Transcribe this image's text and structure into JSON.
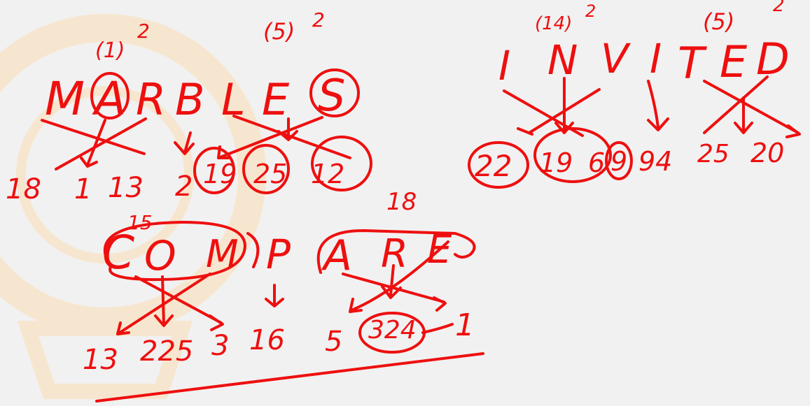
{
  "ink_color": "#ee0f0f",
  "background_color": "#f1f1f1",
  "watermark_color": "#f7e6cf",
  "marbles": {
    "word": [
      "M",
      "A",
      "R",
      "B",
      "L",
      "E",
      "S"
    ],
    "annotation_a": "(1)",
    "annotation_e": "(5)",
    "exponent": "2",
    "numbers": [
      "18",
      "1",
      "13",
      "2",
      "19",
      "25",
      "12"
    ]
  },
  "invited": {
    "word": [
      "I",
      "N",
      "V",
      "I",
      "T",
      "E",
      "D"
    ],
    "annotation_n": "(14)",
    "annotation_e": "(5)",
    "exponent": "2",
    "numbers": [
      "22",
      "19",
      "6",
      "9",
      "94",
      "25",
      "20"
    ]
  },
  "compare": {
    "word": [
      "C",
      "O",
      "M",
      "P",
      "A",
      "R",
      "E"
    ],
    "annotation_o": "15",
    "annotation_r": "18",
    "numbers": [
      "13",
      "225",
      "3",
      "16",
      "5",
      "324",
      "1"
    ]
  }
}
